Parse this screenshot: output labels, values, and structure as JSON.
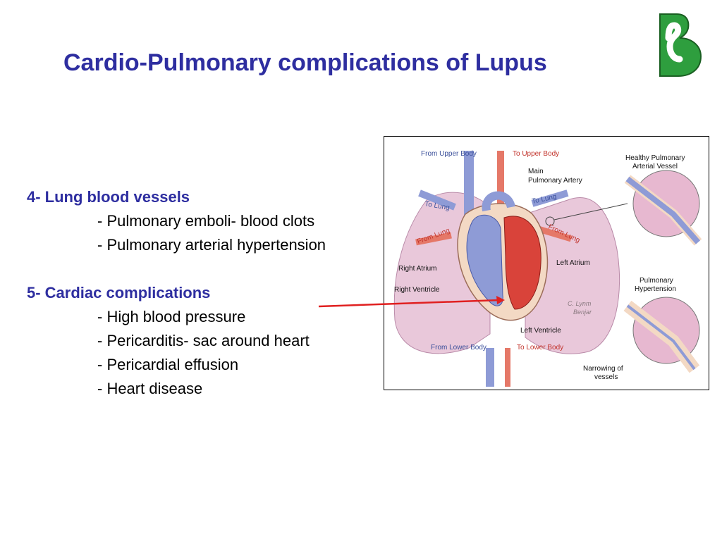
{
  "slide": {
    "title": "Cardio-Pulmonary complications of Lupus"
  },
  "logo": {
    "icon": "b-letter-logo-icon",
    "color": "#2e9e3e"
  },
  "colors": {
    "heading": "#2e2ea0",
    "body": "#000000",
    "pointer_arrow": "#e02020"
  },
  "sections": [
    {
      "heading": "4- Lung blood vessels",
      "items": [
        "- Pulmonary emboli- blood clots",
        "- Pulmonary arterial hypertension"
      ]
    },
    {
      "heading": "5- Cardiac complications",
      "items": [
        "- High blood pressure",
        "- Pericarditis- sac around heart",
        "- Pericardial effusion",
        "- Heart disease"
      ]
    }
  ],
  "diagram": {
    "labels": {
      "from_upper_body": "From Upper Body",
      "to_upper_body": "To Upper Body",
      "main_pulmonary_artery_1": "Main",
      "main_pulmonary_artery_2": "Pulmonary Artery",
      "to_lung_left": "To Lung",
      "to_lung_right": "To Lung",
      "from_lung_left": "From Lung",
      "from_lung_right": "From Lung",
      "right_atrium": "Right Atrium",
      "left_atrium": "Left Atrium",
      "right_ventricle": "Right Ventricle",
      "left_ventricle": "Left Ventricle",
      "from_lower_body": "From Lower Body",
      "to_lower_body": "To Lower Body",
      "artist_signature_1": "C. Lynm",
      "artist_signature_2": "Benjar",
      "healthy_vessel_1": "Healthy Pulmonary",
      "healthy_vessel_2": "Arterial Vessel",
      "pulm_hypertension_1": "Pulmonary",
      "pulm_hypertension_2": "Hypertension",
      "narrowing_1": "Narrowing of",
      "narrowing_2": "vessels"
    }
  }
}
